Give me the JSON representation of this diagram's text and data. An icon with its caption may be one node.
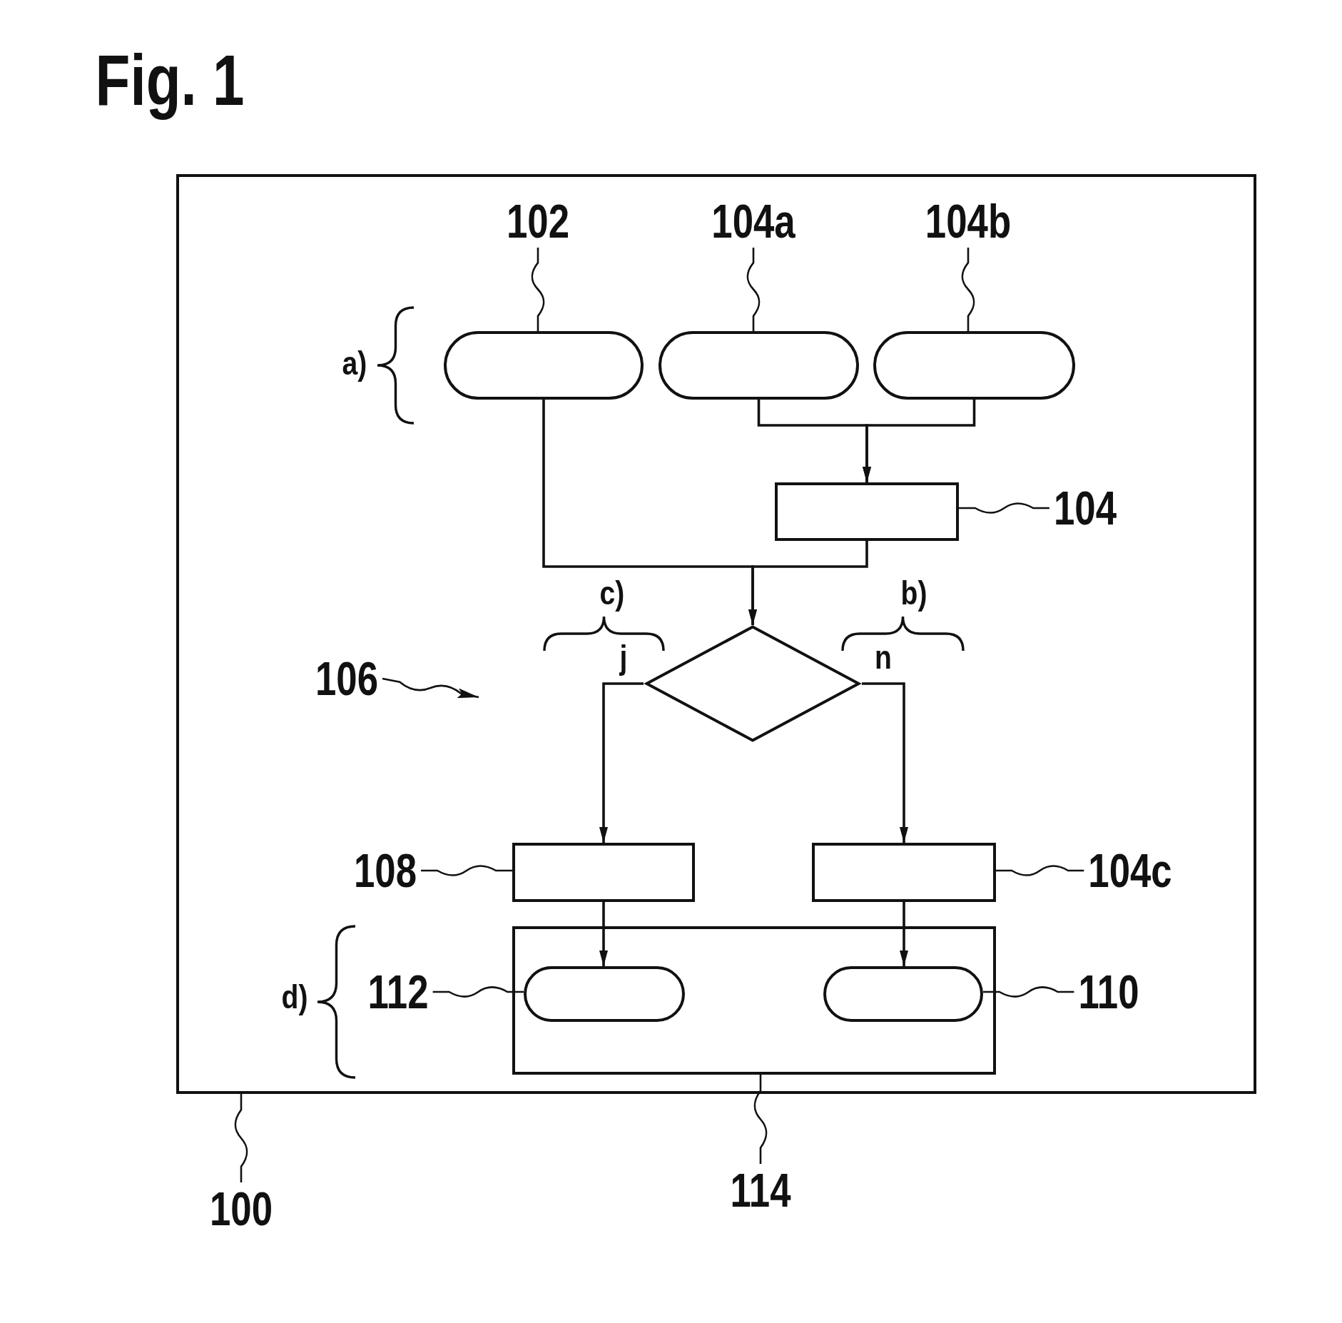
{
  "diagram": {
    "title": "Fig. 1",
    "nodes": [
      {
        "text": [],
        "shape": "box"
      },
      {
        "text": [
          "102"
        ],
        "in": 0
      },
      {
        "text": [
          "104a"
        ],
        "in": 0
      },
      {
        "text": [
          "104b"
        ],
        "in": 0
      },
      {
        "text": [],
        "shape": "capsule",
        "in": 0
      },
      {
        "text": [],
        "shape": "capsule",
        "in": 0
      },
      {
        "text": [],
        "shape": "capsule",
        "in": 0
      },
      {
        "text": [],
        "shape": "box",
        "in": 0
      },
      {
        "text": [
          "104"
        ],
        "in": 0
      },
      {
        "text": [
          "106"
        ],
        "in": 0
      },
      {
        "text": [],
        "shape": "diamond",
        "in": 0
      },
      {
        "text": [
          "108"
        ],
        "in": 0
      },
      {
        "text": [],
        "shape": "box",
        "in": 0
      },
      {
        "text": [],
        "shape": "box",
        "in": 0
      },
      {
        "text": [
          "104c"
        ],
        "in": 0
      },
      {
        "text": [],
        "shape": "box",
        "in": 0
      },
      {
        "text": [
          "112"
        ],
        "in": 0
      },
      {
        "text": [],
        "shape": "capsule",
        "in": 15
      },
      {
        "text": [],
        "shape": "capsule",
        "in": 15
      },
      {
        "text": [
          "110"
        ],
        "in": 0
      },
      {
        "text": [
          "114"
        ]
      },
      {
        "text": [
          "100"
        ]
      }
    ],
    "edges": [
      {
        "from": 5,
        "to": 7,
        "arrow": "to"
      },
      {
        "from": 6,
        "to": 7,
        "arrow": "to"
      },
      {
        "from": 4,
        "to": 10,
        "arrow": "to"
      },
      {
        "from": 7,
        "to": 10,
        "arrow": "to"
      },
      {
        "from": 10,
        "to": 12,
        "arrow": "to",
        "label": "j"
      },
      {
        "from": 10,
        "to": 13,
        "arrow": "to",
        "label": "n"
      },
      {
        "from": 12,
        "to": 17,
        "arrow": "to"
      },
      {
        "from": 13,
        "to": 18,
        "arrow": "to"
      },
      {
        "from": 1,
        "to": 4,
        "arrow": "none"
      },
      {
        "from": 2,
        "to": 5,
        "arrow": "none"
      },
      {
        "from": 3,
        "to": 6,
        "arrow": "none"
      },
      {
        "from": 8,
        "to": 7,
        "arrow": "none"
      },
      {
        "from": 9,
        "to": null,
        "arrow": "to"
      },
      {
        "from": 11,
        "to": 12,
        "arrow": "none"
      },
      {
        "from": 14,
        "to": 13,
        "arrow": "none"
      },
      {
        "from": 16,
        "to": 17,
        "arrow": "none"
      },
      {
        "from": 19,
        "to": 18,
        "arrow": "none"
      },
      {
        "from": 20,
        "to": 15,
        "arrow": "none"
      },
      {
        "from": 21,
        "to": 0,
        "arrow": "none"
      }
    ],
    "labels": [
      "a)",
      "c)",
      "b)",
      "d)"
    ]
  }
}
